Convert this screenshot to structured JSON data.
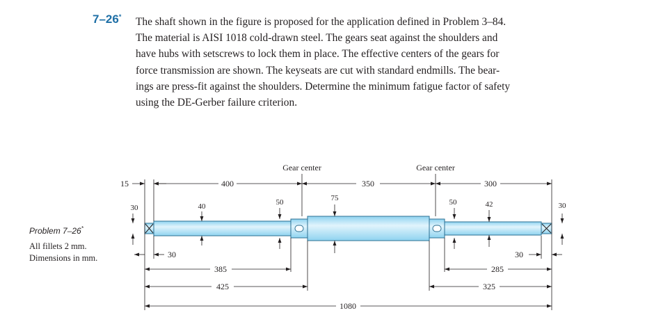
{
  "problem": {
    "number": "7–26",
    "marker": "*",
    "lines": [
      "The shaft shown in the figure is proposed for the application defined in Problem 3–84.",
      "The material is AISI 1018 cold-drawn steel. The gears seat against the shoulders and",
      "have hubs with setscrews to lock them in place. The effective centers of the gears for",
      "force transmission are shown. The keyseats are cut with standard endmills. The bear-",
      "ings are press-fit against the shoulders. Determine the minimum fatigue factor of safety",
      "using the DE-Gerber failure criterion."
    ]
  },
  "figure": {
    "caption_title": "Problem 7–26",
    "caption_marker": "*",
    "note_fillets": "All fillets 2 mm.",
    "note_units": "Dimensions in mm.",
    "gear_center_left": "Gear center",
    "gear_center_right": "Gear center",
    "dims": {
      "d15": "15",
      "d400": "400",
      "d350": "350",
      "d300": "300",
      "dia30_left": "30",
      "dia40": "40",
      "dia50_left": "50",
      "dia75": "75",
      "dia50_right": "50",
      "dia42": "42",
      "dia30_right": "30",
      "d30_left": "30",
      "d30_right": "30",
      "d385": "385",
      "d425": "425",
      "d285": "285",
      "d325": "325",
      "d1080": "1080"
    },
    "colors": {
      "shaft_fill": "#8fd3f0",
      "shaft_highlight": "#e1f4fc",
      "shaft_edge": "#2b6f92"
    }
  }
}
